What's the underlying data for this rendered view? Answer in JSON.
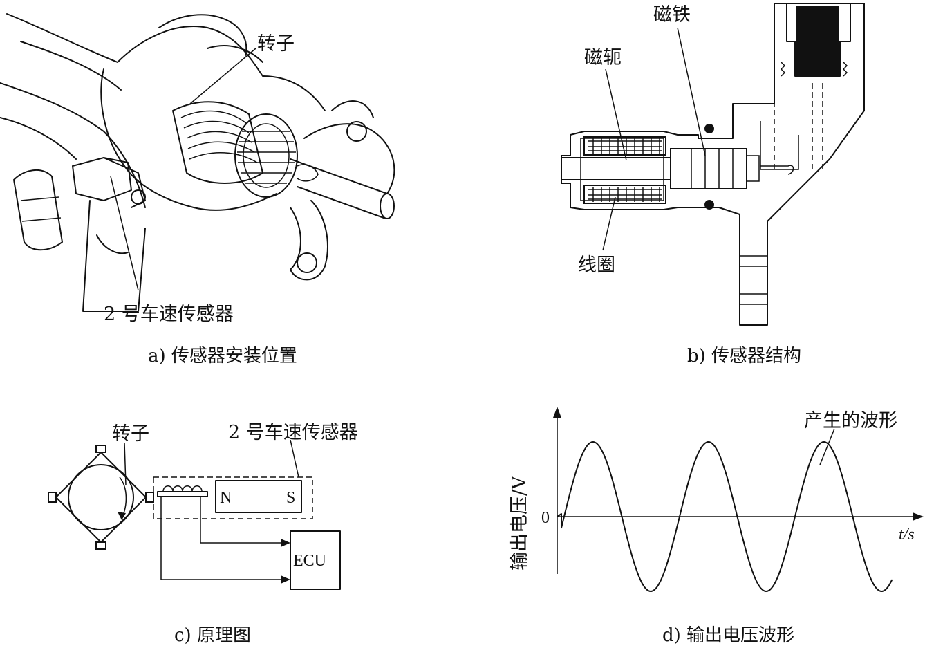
{
  "panel_a": {
    "rotor_label": "转子",
    "sensor_label": "2 号车速传感器",
    "caption": "a) 传感器安装位置"
  },
  "panel_b": {
    "magnet_label": "磁铁",
    "yoke_label": "磁轭",
    "coil_label": "线圈",
    "caption": "b) 传感器结构"
  },
  "panel_c": {
    "rotor_label": "转子",
    "sensor_label": "2 号车速传感器",
    "pole_n": "N",
    "pole_s": "S",
    "ecu_label": "ECU",
    "caption": "c) 原理图"
  },
  "panel_d": {
    "y_axis_label": "输出电压/V",
    "x_axis_label": "t/s",
    "origin_label": "0",
    "wave_label": "产生的波形",
    "caption": "d) 输出电压波形"
  }
}
